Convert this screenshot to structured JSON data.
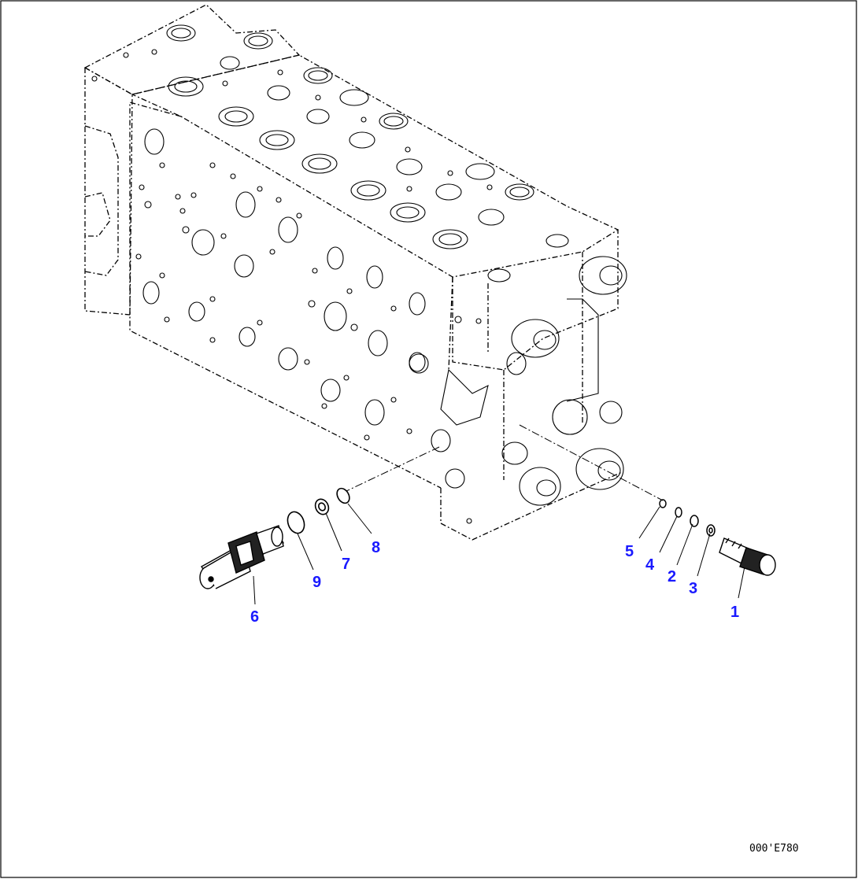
{
  "diagram": {
    "callouts": {
      "c1": "1",
      "c2": "2",
      "c3": "3",
      "c4": "4",
      "c5": "5",
      "c6": "6",
      "c7": "7",
      "c8": "8",
      "c9": "9"
    },
    "drawing_id": "000'E780",
    "colors": {
      "callout": "#1a1aff",
      "line": "#000000",
      "background": "#ffffff"
    }
  }
}
